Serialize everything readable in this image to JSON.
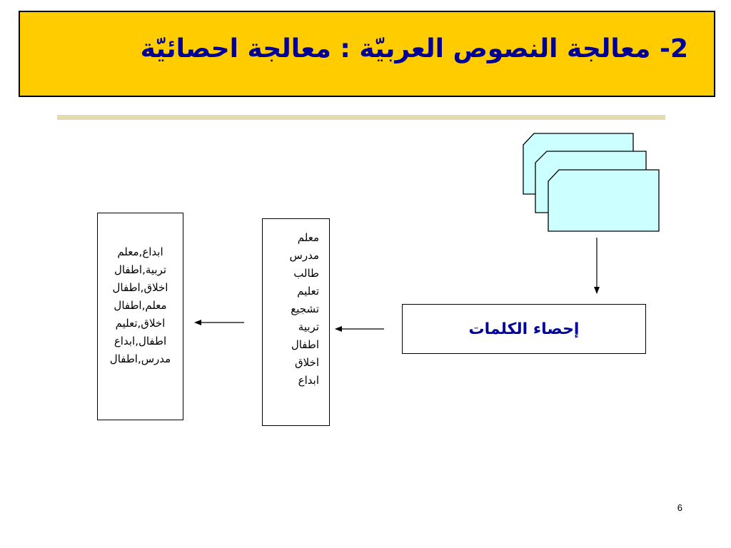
{
  "slide": {
    "title": "2-  معالجة النصوص العربيّة : معالجة احصائيّة",
    "page_number": "6"
  },
  "colors": {
    "title_background": "#ffcc00",
    "title_text": "#000099",
    "divider": "#e1ddb0",
    "document_fill": "#ccffff"
  },
  "diagram": {
    "documents_icon": "document-stack-icon",
    "count_step_label": "إحصاء الكلمات",
    "word_list": [
      "معلم",
      "مدرس",
      "طالب",
      "تعليم",
      "تشجيع",
      "تربية",
      "اطفال",
      "اخلاق",
      "ابداع"
    ],
    "word_pairs": [
      "ابداع,معلم",
      "تربية,اطفال",
      "اخلاق,اطفال",
      "معلم,اطفال",
      "اخلاق,تعليم",
      "اطفال,ابداع",
      "مدرس,اطفال"
    ]
  }
}
